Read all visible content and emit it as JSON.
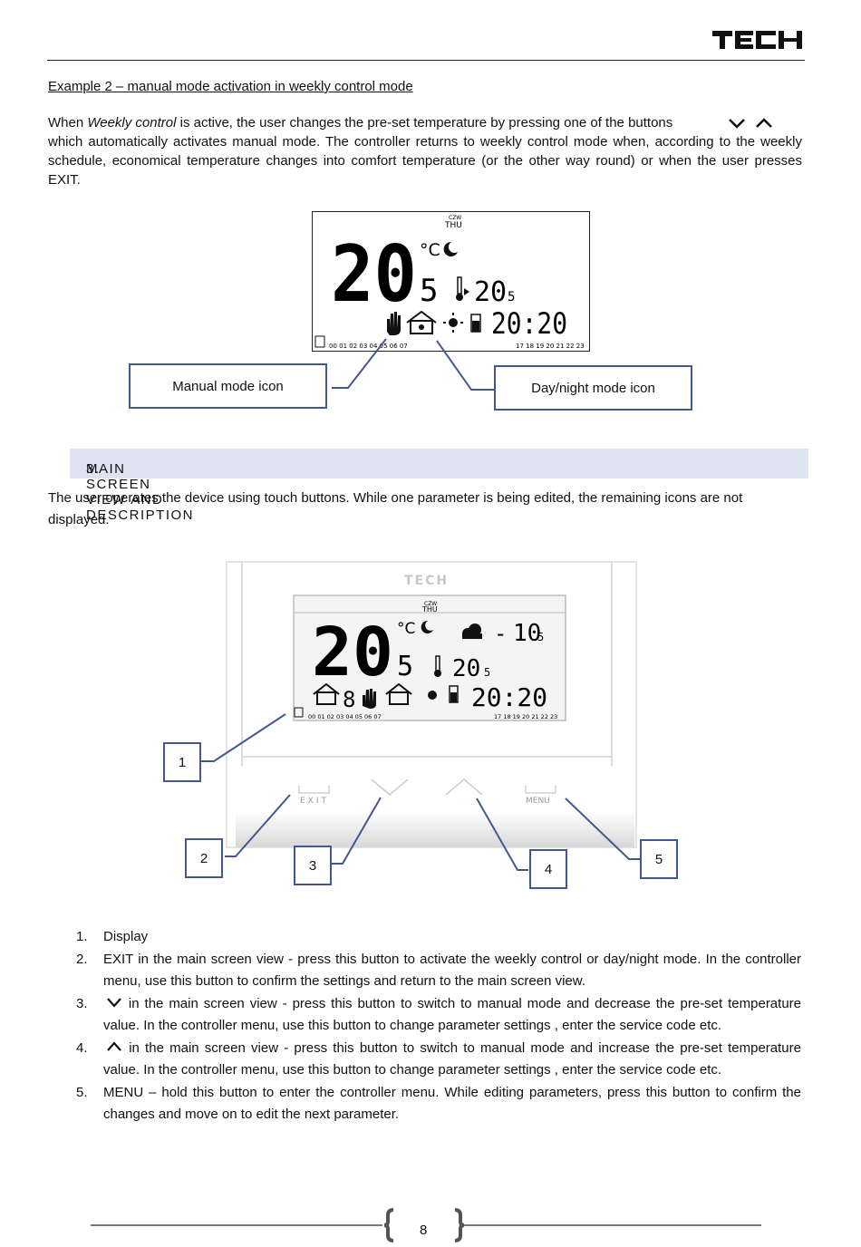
{
  "header": {
    "brand": "TECH"
  },
  "example": {
    "title": "Example 2 – manual mode activation in weekly control mode",
    "intro_before": "When ",
    "intro_em": "Weekly control",
    "intro_after": " is active, the user changes the pre-set temperature by pressing one of the buttons",
    "intro_rest": "which automatically activates manual mode. The controller returns to weekly control mode when, according to the weekly schedule, economical temperature changes into comfort temperature (or the other way round) or when the user presses EXIT."
  },
  "display1": {
    "day_pl": "CZW",
    "day_en": "THU",
    "temp_big": "20",
    "temp_decimal": "5",
    "unit": "°C",
    "preset_temp": "20",
    "preset_decimal": "5",
    "clock": "20:20",
    "hours_left": "00 01 02 03 04 05 06 07",
    "hours_right": "17 18 19 20 21 22 23",
    "icons": [
      "moon-icon",
      "thermometer-icon",
      "hand-icon",
      "home-daynight-icon",
      "sun-icon",
      "battery-icon"
    ]
  },
  "callouts": {
    "manual": "Manual mode icon",
    "daynight": "Day/night mode icon"
  },
  "section": {
    "number": "3.",
    "title": "MAIN SCREEN VIEW AND DESCRIPTION"
  },
  "description": "The user operates the device using touch buttons. While one parameter is being edited, the remaining icons are not displayed.",
  "device": {
    "brand": "TECH",
    "day_pl": "CZW",
    "day_en": "THU",
    "temp_big": "20",
    "temp_decimal": "5",
    "unit": "°C",
    "outdoor_sign": "-",
    "outdoor_temp": "10",
    "outdoor_decimal": "5",
    "preset_temp": "20",
    "preset_decimal": "5",
    "zone": "8",
    "clock": "20:20",
    "hours_left": "00 01 02 03 04 05 06 07",
    "hours_right": "17 18 19 20 21 22 23",
    "exit_label": "EXIT",
    "menu_label": "MENU",
    "labels": [
      "1",
      "2",
      "3",
      "4",
      "5"
    ]
  },
  "list": [
    {
      "num": "1.",
      "text": "Display"
    },
    {
      "num": "2.",
      "text": "EXIT in the main screen view - press this button to activate the weekly control or day/night mode. In the controller menu, use this button to confirm the settings and return to the main screen view."
    },
    {
      "num": "3.",
      "text": " in the main screen view - press this button to switch to manual mode and decrease the pre-set temperature value. In the controller menu, use this button to change parameter settings , enter the service code etc."
    },
    {
      "num": "4.",
      "text": " in the main screen view - press this button to switch to manual mode and increase the pre-set temperature value. In the controller menu, use this button to change parameter settings , enter the service code etc."
    },
    {
      "num": "5.",
      "text": "MENU – hold this button to enter the controller menu. While editing parameters, press this button to confirm the changes and move on to edit the next parameter."
    }
  ],
  "footer": {
    "page": "8"
  }
}
